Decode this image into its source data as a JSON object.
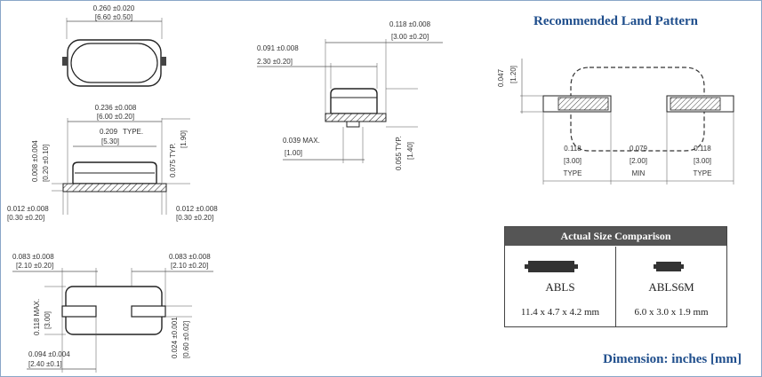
{
  "land_pattern": {
    "title": "Recommended Land Pattern",
    "height_in": "0.047",
    "height_mm": "[1.20]",
    "pads": [
      {
        "in": "0.118",
        "mm": "[3.00]",
        "note": "TYPE"
      },
      {
        "in": "0.079",
        "mm": "[2.00]",
        "note": "MIN"
      },
      {
        "in": "0.118",
        "mm": "[3.00]",
        "note": "TYPE"
      }
    ]
  },
  "top_view": {
    "length_in": "0.260 ±0.020",
    "length_mm": "[6.60 ±0.50]"
  },
  "front_view": {
    "body_in": "0.236 ±0.008",
    "body_mm": "[6.00 ±0.20]",
    "inner_in": "0.209",
    "inner_note": "TYPE.",
    "inner_mm": "[5.30]",
    "height_in": "0.075 TYP.",
    "height_mm": "[1.90]",
    "base_in": "0.008 ±0.004",
    "base_mm": "[0.20 ±0.10]",
    "left_tab_in": "0.012 ±0.008",
    "left_tab_mm": "[0.30 ±0.20]",
    "right_tab_in": "0.012 ±0.008",
    "right_tab_mm": "[0.30 ±0.20]"
  },
  "side_view": {
    "width_in": "0.118 ±0.008",
    "width_mm": "[3.00 ±0.20]",
    "inner_in": "0.091 ±0.008",
    "inner_mm": "2.30 ±0.20]",
    "lead_in": "0.039 MAX.",
    "lead_mm": "[1.00]",
    "height_in": "0.055 TYP.",
    "height_mm": "[1.40]"
  },
  "bottom_view": {
    "left_pad_in": "0.083 ±0.008",
    "left_pad_mm": "[2.10 ±0.20]",
    "right_pad_in": "0.083 ±0.008",
    "right_pad_mm": "[2.10 ±0.20]",
    "height_in": "0.118 MAX.",
    "height_mm": "[3.00]",
    "pad_width_in": "0.094 ±0.004",
    "pad_width_mm": "[2.40 ±0.1]",
    "pad_height_in": "0.024 ±0.001",
    "pad_height_mm": "[0.60 ±0.02]"
  },
  "comparison": {
    "title": "Actual Size Comparison",
    "parts": [
      {
        "name": "ABLS",
        "size": "11.4 x 4.7 x 4.2 mm"
      },
      {
        "name": "ABLS6M",
        "size": "6.0 x 3.0 x 1.9 mm"
      }
    ]
  },
  "dimension_note": "Dimension: inches [mm]"
}
